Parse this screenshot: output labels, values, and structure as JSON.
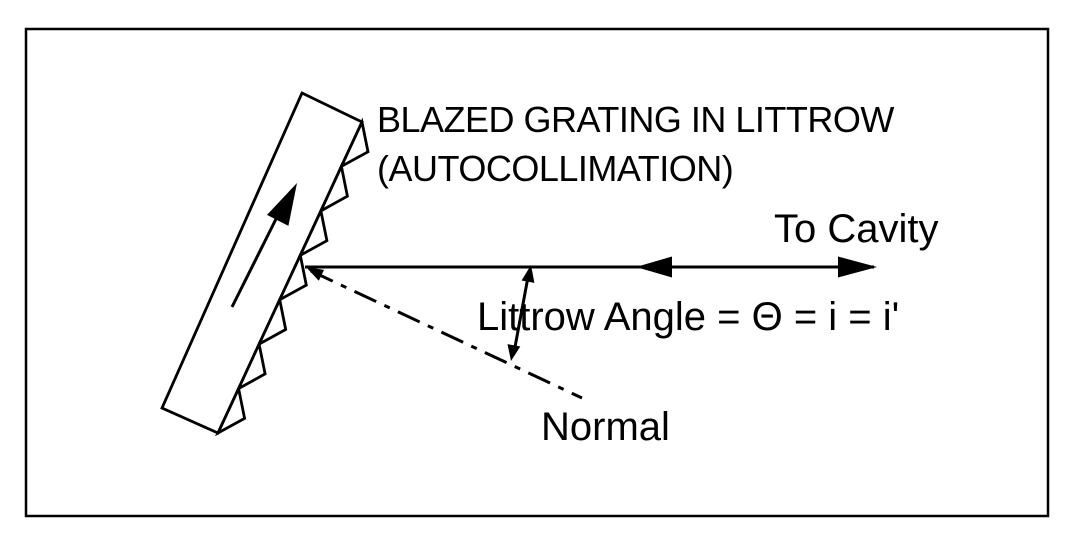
{
  "diagram": {
    "title": {
      "line1": "BLAZED GRATING IN LITTROW",
      "line2": "(AUTOCOLLIMATION)"
    },
    "labels": {
      "to_cavity": "To Cavity",
      "littrow_angle": "Littrow Angle = Θ = i = i'",
      "normal": "Normal"
    },
    "colors": {
      "ink": "#000000",
      "background": "#ffffff"
    }
  }
}
